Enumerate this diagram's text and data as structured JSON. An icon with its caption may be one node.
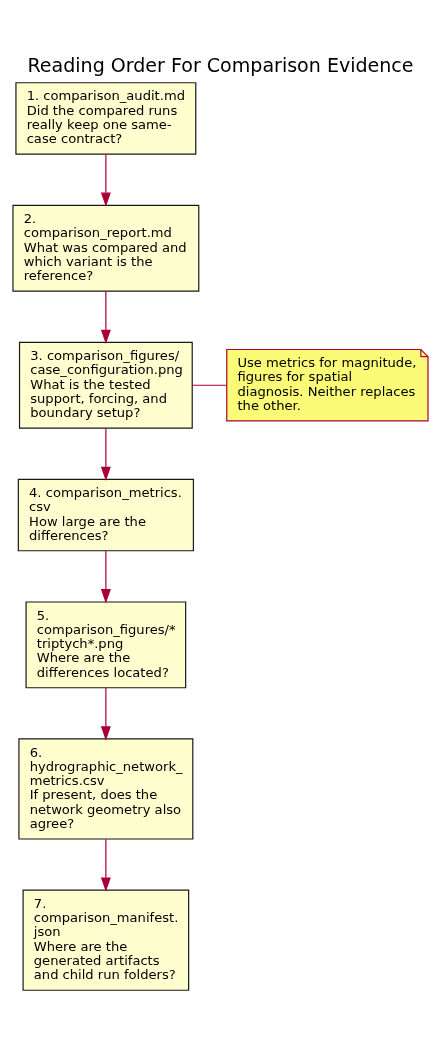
{
  "diagram": {
    "title": "Reading Order For Comparison Evidence",
    "nodes": [
      {
        "text": [
          "1. comparison_audit.md",
          "Did the compared runs really keep one same-case contract?"
        ]
      },
      {
        "text": [
          "2. comparison_report.md",
          "What was compared and which variant is the reference?"
        ]
      },
      {
        "text": [
          "3. comparison_figures/ case_configuration.png",
          "What is the tested support, forcing, and boundary setup?"
        ]
      },
      {
        "text": [
          "4. comparison_metrics. csv",
          "How large are the differences?"
        ]
      },
      {
        "text": [
          "5. comparison_figures/* triptych*.png",
          "Where are the differences located?"
        ]
      },
      {
        "text": [
          "6. hydrographic_network_ metrics.csv",
          "If present, does the network geometry also agree?"
        ]
      },
      {
        "text": [
          "7. comparison_manifest. json",
          "Where are the generated artifacts and child run folders?"
        ]
      },
      {
        "text": [
          "Use metrics for magnitude, figures for spatial diagnosis. Neither replaces the other."
        ]
      }
    ],
    "edges": [
      {
        "from": 0,
        "to": 1,
        "arrow": "to"
      },
      {
        "from": 1,
        "to": 2,
        "arrow": "to"
      },
      {
        "from": 2,
        "to": 3,
        "arrow": "to"
      },
      {
        "from": 3,
        "to": 4,
        "arrow": "to"
      },
      {
        "from": 4,
        "to": 5,
        "arrow": "to"
      },
      {
        "from": 5,
        "to": 6,
        "arrow": "to"
      },
      {
        "from": 2,
        "to": 7,
        "arrow": "none"
      }
    ]
  }
}
